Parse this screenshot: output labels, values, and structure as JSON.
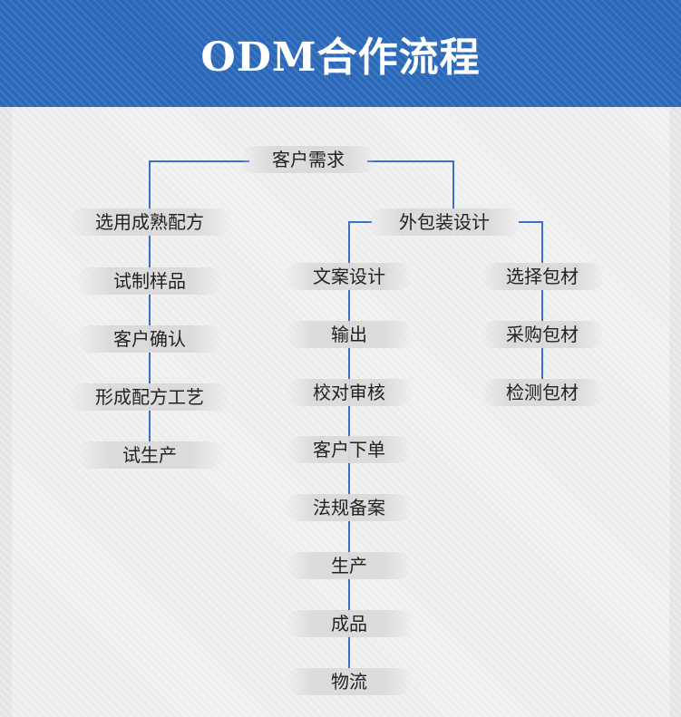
{
  "title": "ODM合作流程",
  "nodes": {
    "root": "客户需求",
    "left": [
      "选用成熟配方",
      "试制样品",
      "客户确认",
      "形成配方工艺",
      "试生产"
    ],
    "packaging": "外包装设计",
    "middle": [
      "文案设计",
      "输出",
      "校对审核",
      "客户下单",
      "法规备案",
      "生产",
      "成品",
      "物流"
    ],
    "right": [
      "选择包材",
      "采购包材",
      "检测包材"
    ]
  },
  "colors": {
    "header": "#2a68b9",
    "line": "#3b6fc6",
    "text": "#222222"
  }
}
